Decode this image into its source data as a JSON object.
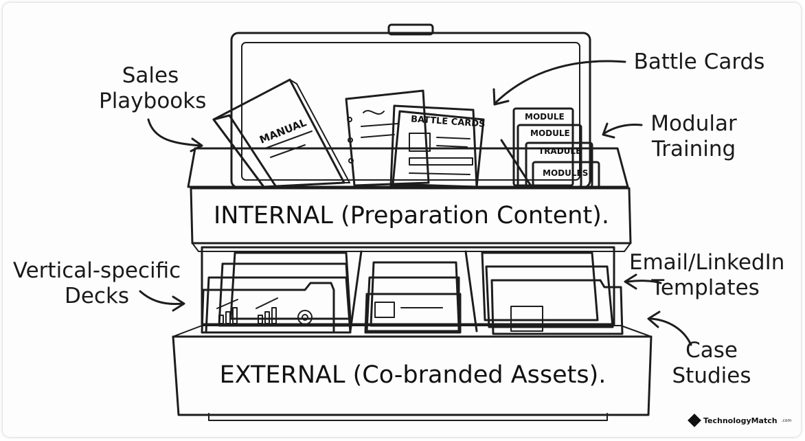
{
  "internal_band": "INTERNAL (Preparation Content).",
  "external_band": "EXTERNAL (Co-branded Assets).",
  "callouts": {
    "sales_playbooks": [
      "Sales",
      "Playbooks"
    ],
    "battle_cards": "Battle Cards",
    "modular_training": [
      "Modular",
      "Training"
    ],
    "vertical_decks": [
      "Vertical-specific",
      "Decks"
    ],
    "email_templates": [
      "Email/LinkedIn",
      "Templates"
    ],
    "case_studies": [
      "Case",
      "Studies"
    ]
  },
  "items": {
    "manual": "MANUAL",
    "battle_cards_doc": "BATTLE CARDS",
    "module_1": "MODULE",
    "module_2": "MODULE",
    "module_3": "TRADULE",
    "module_4": "MODULES"
  },
  "brand": {
    "name": "TechnologyMatch",
    "suffix": ".com"
  }
}
